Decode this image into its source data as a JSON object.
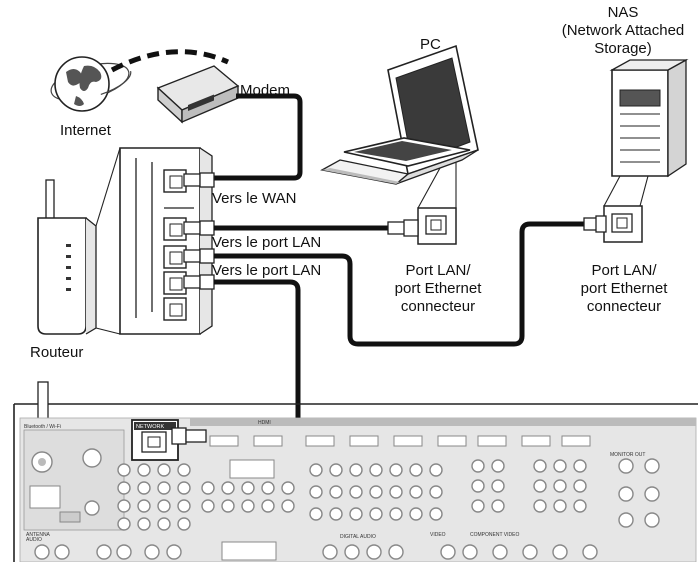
{
  "labels": {
    "internet": "Internet",
    "modem": "Modem",
    "routeur": "Routeur",
    "pc": "PC",
    "nas_title": "NAS",
    "nas_line1": "(Network Attached",
    "nas_line2": "Storage)",
    "vers_wan": "Vers le WAN",
    "vers_lan_1": "Vers le port LAN",
    "vers_lan_2": "Vers le port LAN",
    "pc_port_line1": "Port LAN/",
    "pc_port_line2": "port Ethernet",
    "pc_port_line3": "connecteur",
    "nas_port_line1": "Port LAN/",
    "nas_port_line2": "port Ethernet",
    "nas_port_line3": "connecteur"
  },
  "panel": {
    "network_label": "NETWORK",
    "hdmi_label": "HDMI",
    "antenna_label": "ANTENNA",
    "audio_label": "AUDIO",
    "component_video_label": "COMPONENT VIDEO",
    "monitor_out_label": "MONITOR OUT",
    "video_label": "VIDEO",
    "digital_audio_label": "DIGITAL AUDIO"
  },
  "icons": [
    "globe-icon",
    "modem-icon",
    "router-icon",
    "laptop-icon",
    "nas-tower-icon",
    "lan-jack-icon",
    "rj45-plug-icon"
  ]
}
